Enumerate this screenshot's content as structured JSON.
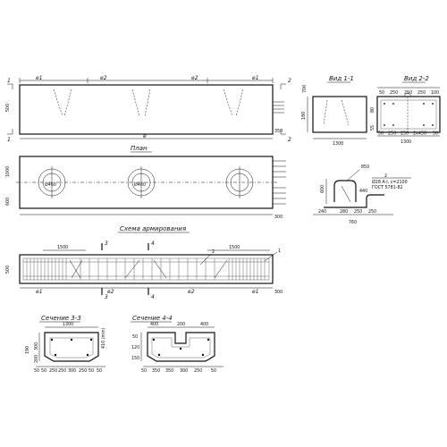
{
  "labels": {
    "plan": "План",
    "reinforcement_scheme": "Схема армирования",
    "view_1": "Вид 1-1",
    "view_2": "Вид 2-2",
    "section_3": "Сечение 3-3",
    "section_4": "Сечение 4-4",
    "cut_1": "1",
    "cut_2": "2",
    "cut_3": "3",
    "cut_4": "4",
    "seg_e1": "e1",
    "seg_e2": "e2",
    "seg_e": "e",
    "hole_1": "Ø460",
    "hole_2": "Ø460",
    "hole_3": "",
    "part_label": "2",
    "part_spec_1": "Ø28 A-I, c=2100",
    "part_spec_2": "ГОСТ 5781-82"
  },
  "dims": {
    "elev_left": "500",
    "elev_right": "350",
    "plan_left": "1000",
    "plan_mid": "600",
    "plan_right": "300",
    "scheme_left": "500",
    "scheme_top_l": "1500",
    "scheme_top_r": "1500",
    "scheme_right": "300",
    "v1_side": "700",
    "v1_left": "180",
    "v1_bottom": "1300",
    "v2_top": [
      "50",
      "250",
      "250",
      "250",
      "100"
    ],
    "v2_left": "80",
    "v2_left2": "55",
    "v2_bottom": [
      "50",
      "250",
      "250",
      "2x450",
      "50"
    ],
    "v2_total": "1300",
    "part_top": "850",
    "part_left": "600",
    "part_mid": "440",
    "part_bot_l": "240",
    "part_bottom": [
      "280",
      "250",
      "250"
    ],
    "part_total": "760",
    "s33_top": "1300",
    "s33_side": "300",
    "s33_side2": "200",
    "s33_left": "190",
    "s33_rot": "410 (min)",
    "s33_bottom": [
      "50",
      "50",
      "250",
      "250",
      "300",
      "250",
      "50",
      "50"
    ],
    "s44_top": [
      "400",
      "200",
      "400"
    ],
    "s44_left": [
      "50",
      "120",
      "150"
    ],
    "s44_bottom": [
      "50",
      "350",
      "350",
      "300",
      "250",
      "50"
    ]
  }
}
